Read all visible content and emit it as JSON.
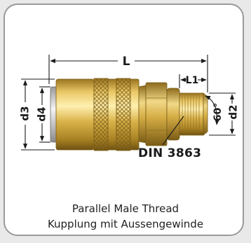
{
  "dimensions": {
    "L": "L",
    "L1": "L1",
    "d2": "d2",
    "d3": "d3",
    "d4": "d4",
    "angle": "60°"
  },
  "standard_label": "DIN 3863",
  "caption": {
    "line1": "Parallel Male Thread",
    "line2": "Kupplung mit Aussengewinde"
  },
  "colors": {
    "brass": "#d9b24a",
    "brass_dark": "#8c6a1c",
    "brass_light": "#f3dc8a",
    "line": "#1a1a1a"
  }
}
